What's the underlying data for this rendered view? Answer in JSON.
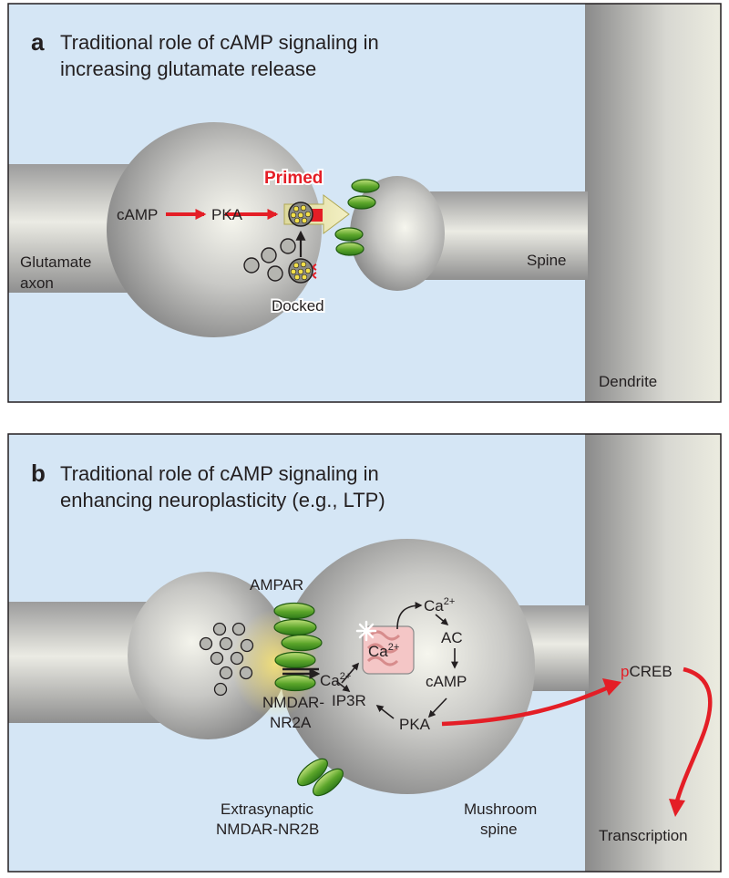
{
  "panel_a": {
    "letter": "a",
    "title_line1": "Traditional role of cAMP signaling in",
    "title_line2": "increasing glutamate release",
    "labels": {
      "camp": "cAMP",
      "pka": "PKA",
      "primed": "Primed",
      "docked": "Docked",
      "axon_line1": "Glutamate",
      "axon_line2": "axon",
      "spine": "Spine",
      "dendrite": "Dendrite"
    }
  },
  "panel_b": {
    "letter": "b",
    "title_line1": "Traditional role of cAMP signaling in",
    "title_line2": "enhancing neuroplasticity (e.g., LTP)",
    "labels": {
      "ampar": "AMPAR",
      "ca_base": "Ca",
      "ca_sup": "2+",
      "ip3r": "IP3R",
      "nmdar_line1": "NMDAR-",
      "nmdar_line2": "NR2A",
      "ca_er_base": "Ca",
      "ca_er_sup": "2+",
      "ca_top_base": "Ca",
      "ca_top_sup": "2+",
      "ac": "AC",
      "camp": "cAMP",
      "pka": "PKA",
      "pcreb_p": "p",
      "pcreb_rest": "CREB",
      "extra_line1": "Extrasynaptic",
      "extra_line2": "NMDAR-NR2B",
      "mush_line1": "Mushroom",
      "mush_line2": "spine",
      "transcription": "Transcription"
    }
  },
  "colors": {
    "background": "#d5e6f5",
    "accent_red": "#e41e26",
    "receptor_green": "#5ba52a",
    "text": "#231f20"
  }
}
